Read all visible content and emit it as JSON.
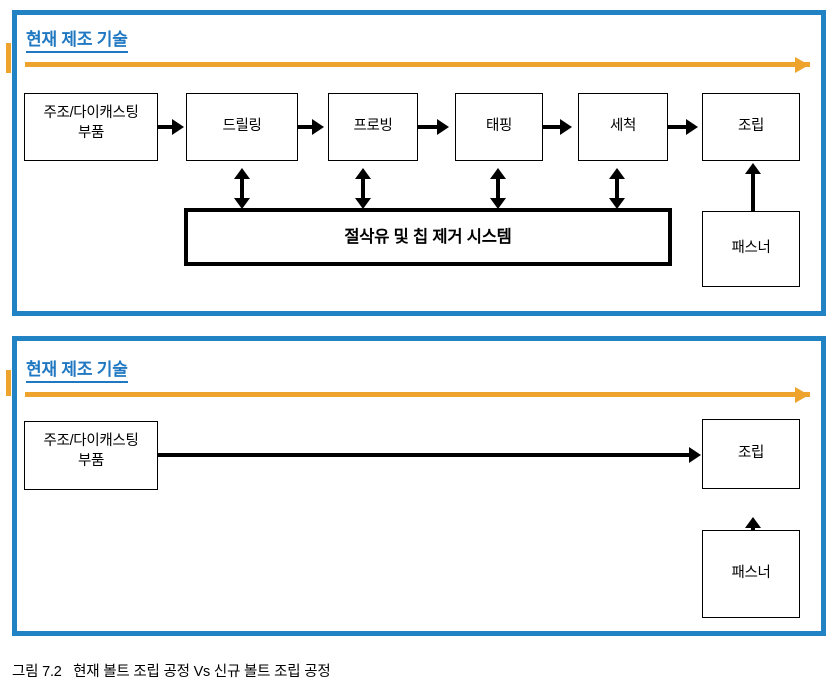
{
  "figure": {
    "caption": "그림 7.2   현재 볼트 조립 공정 Vs 신규 볼트 조립 공정"
  },
  "colors": {
    "panel_border": "#2283c4",
    "title_text": "#1f78c1",
    "timeline_arrow": "#eda32c",
    "connector": "#000000",
    "box_fill": "#ffffff"
  },
  "panels": [
    {
      "id": "current-process",
      "title": "현재 제조 기술",
      "timeline_arrow_label": "",
      "boxes": [
        {
          "id": "casting",
          "label": "주조/다이캐스팅\n부품"
        },
        {
          "id": "drilling",
          "label": "드릴링"
        },
        {
          "id": "probing",
          "label": "프로빙"
        },
        {
          "id": "tapping",
          "label": "태핑"
        },
        {
          "id": "washing",
          "label": "세척"
        },
        {
          "id": "assembly",
          "label": "조립"
        },
        {
          "id": "coolant-chip-system",
          "label": "절삭유 및 칩 제거 시스템"
        },
        {
          "id": "fastener",
          "label": "패스너"
        }
      ]
    },
    {
      "id": "new-process",
      "title": "현재 제조 기술",
      "timeline_arrow_label": "",
      "boxes": [
        {
          "id": "casting",
          "label": "주조/다이캐스팅\n부품"
        },
        {
          "id": "assembly",
          "label": "조립"
        },
        {
          "id": "fastener",
          "label": "패스너"
        }
      ]
    }
  ]
}
